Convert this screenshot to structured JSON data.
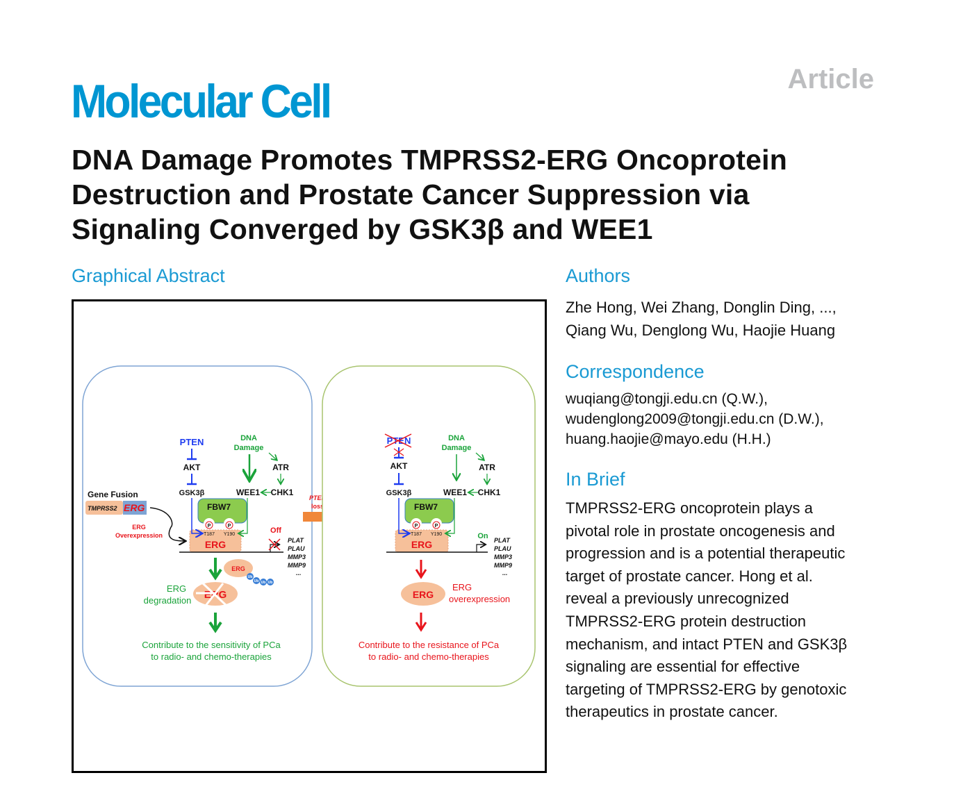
{
  "header": {
    "journal": "Molecular Cell",
    "article_type": "Article",
    "title_lines": [
      "DNA Damage Promotes TMPRSS2-ERG Oncoprotein",
      "Destruction and Prostate Cancer Suppression via",
      "Signaling Converged by GSK3β and WEE1"
    ]
  },
  "graphical_abstract": {
    "heading": "Graphical Abstract",
    "left_panel": {
      "pten": "PTEN",
      "akt": "AKT",
      "gsk3b": "GSK3β",
      "dna_damage_1": "DNA",
      "dna_damage_2": "Damage",
      "atr": "ATR",
      "wee1": "WEE1",
      "chk1": "CHK1",
      "fbw7": "FBW7",
      "p": "P",
      "t187": "T187",
      "y190": "Y190",
      "erg": "ERG",
      "gene_fusion": "Gene Fusion",
      "tmprss2": "TMPRSS2",
      "fusion_erg": "ERG",
      "erg_overexp_1": "ERG",
      "erg_overexp_2": "Overexpression",
      "off": "Off",
      "targets": [
        "PLAT",
        "PLAU",
        "MMP3",
        "MMP9",
        "..."
      ],
      "ub": "Ub",
      "ub_erg": "ERG",
      "degradation_1": "ERG",
      "degradation_2": "degradation",
      "degraded_erg": "ERG",
      "outcome_1": "Contribute to the sensitivity of PCa",
      "outcome_2": "to radio- and chemo-therapies"
    },
    "transition": {
      "line1": "PTEN",
      "line2": "loss"
    },
    "right_panel": {
      "pten": "PTEN",
      "akt": "AKT",
      "gsk3b": "GSK3β",
      "dna_damage_1": "DNA",
      "dna_damage_2": "Damage",
      "atr": "ATR",
      "wee1": "WEE1",
      "chk1": "CHK1",
      "fbw7": "FBW7",
      "p": "P",
      "t187": "T187",
      "y190": "Y190",
      "erg": "ERG",
      "on": "On",
      "targets": [
        "PLAT",
        "PLAU",
        "MMP3",
        "MMP9",
        "..."
      ],
      "erg_oval": "ERG",
      "overexp_1": "ERG",
      "overexp_2": "overexpression",
      "outcome_1": "Contribute to the resistance of PCa",
      "outcome_2": "to radio- and chemo-therapies"
    }
  },
  "authors": {
    "heading": "Authors",
    "lines": [
      "Zhe Hong, Wei Zhang, Donglin Ding, ...,",
      "Qiang Wu, Denglong Wu, Haojie Huang"
    ]
  },
  "correspondence": {
    "heading": "Correspondence",
    "emails": [
      "wuqiang@tongji.edu.cn (Q.W.),",
      "wudenglong2009@tongji.edu.cn (D.W.),",
      "huang.haojie@mayo.edu (H.H.)"
    ]
  },
  "in_brief": {
    "heading": "In Brief",
    "lines": [
      "TMPRSS2-ERG oncoprotein plays a",
      "pivotal role in prostate oncogenesis and",
      "progression and is a potential therapeutic",
      "target of prostate cancer. Hong et al.",
      "reveal a previously unrecognized",
      "TMPRSS2-ERG protein destruction",
      "mechanism, and intact PTEN and GSK3β",
      "signaling are essential for effective",
      "targeting of TMPRSS2-ERG by genotoxic",
      "therapeutics in prostate cancer."
    ]
  },
  "colors": {
    "brand_blue": "#0096d2",
    "heading_blue": "#1a9ad3",
    "article_gray": "#bdbec0",
    "pathway_blue": "#1e3cf0",
    "pathway_green": "#1aa33a",
    "pathway_red": "#e8141b",
    "erg_fill": "#f6c09a",
    "fbw7_fill": "#8ccb4e",
    "arrow_orange": "#f0873a"
  }
}
